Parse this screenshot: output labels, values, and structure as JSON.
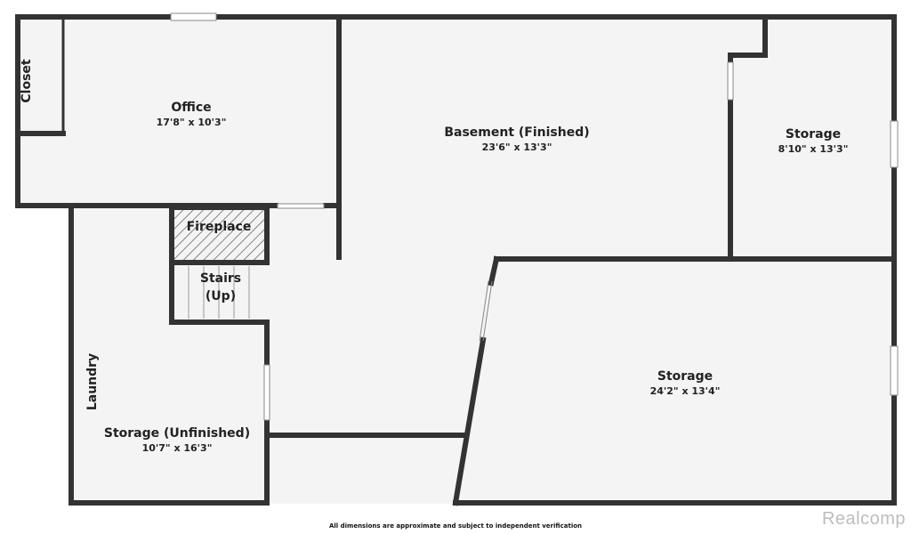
{
  "colors": {
    "wall": "#333333",
    "floor": "#f4f4f4",
    "window": "#ffffff",
    "watermark": "#bdbdbd"
  },
  "rooms": {
    "office": {
      "name": "Office",
      "dims": "17'8\" x 10'3\""
    },
    "closet": {
      "name": "Closet"
    },
    "basement": {
      "name": "Basement (Finished)",
      "dims": "23'6\" x 13'3\""
    },
    "storage_small": {
      "name": "Storage",
      "dims": "8'10\" x 13'3\""
    },
    "fireplace": {
      "name": "Fireplace"
    },
    "stairs": {
      "line1": "Stairs",
      "line2": "(Up)"
    },
    "laundry": {
      "name": "Laundry"
    },
    "storage_unfinished": {
      "name": "Storage (Unfinished)",
      "dims": "10'7\" x 16'3\""
    },
    "storage_large": {
      "name": "Storage",
      "dims": "24'2\" x 13'4\""
    }
  },
  "footer": {
    "disclaimer": "All dimensions are approximate and subject to independent verification",
    "watermark": "Realcomp"
  }
}
